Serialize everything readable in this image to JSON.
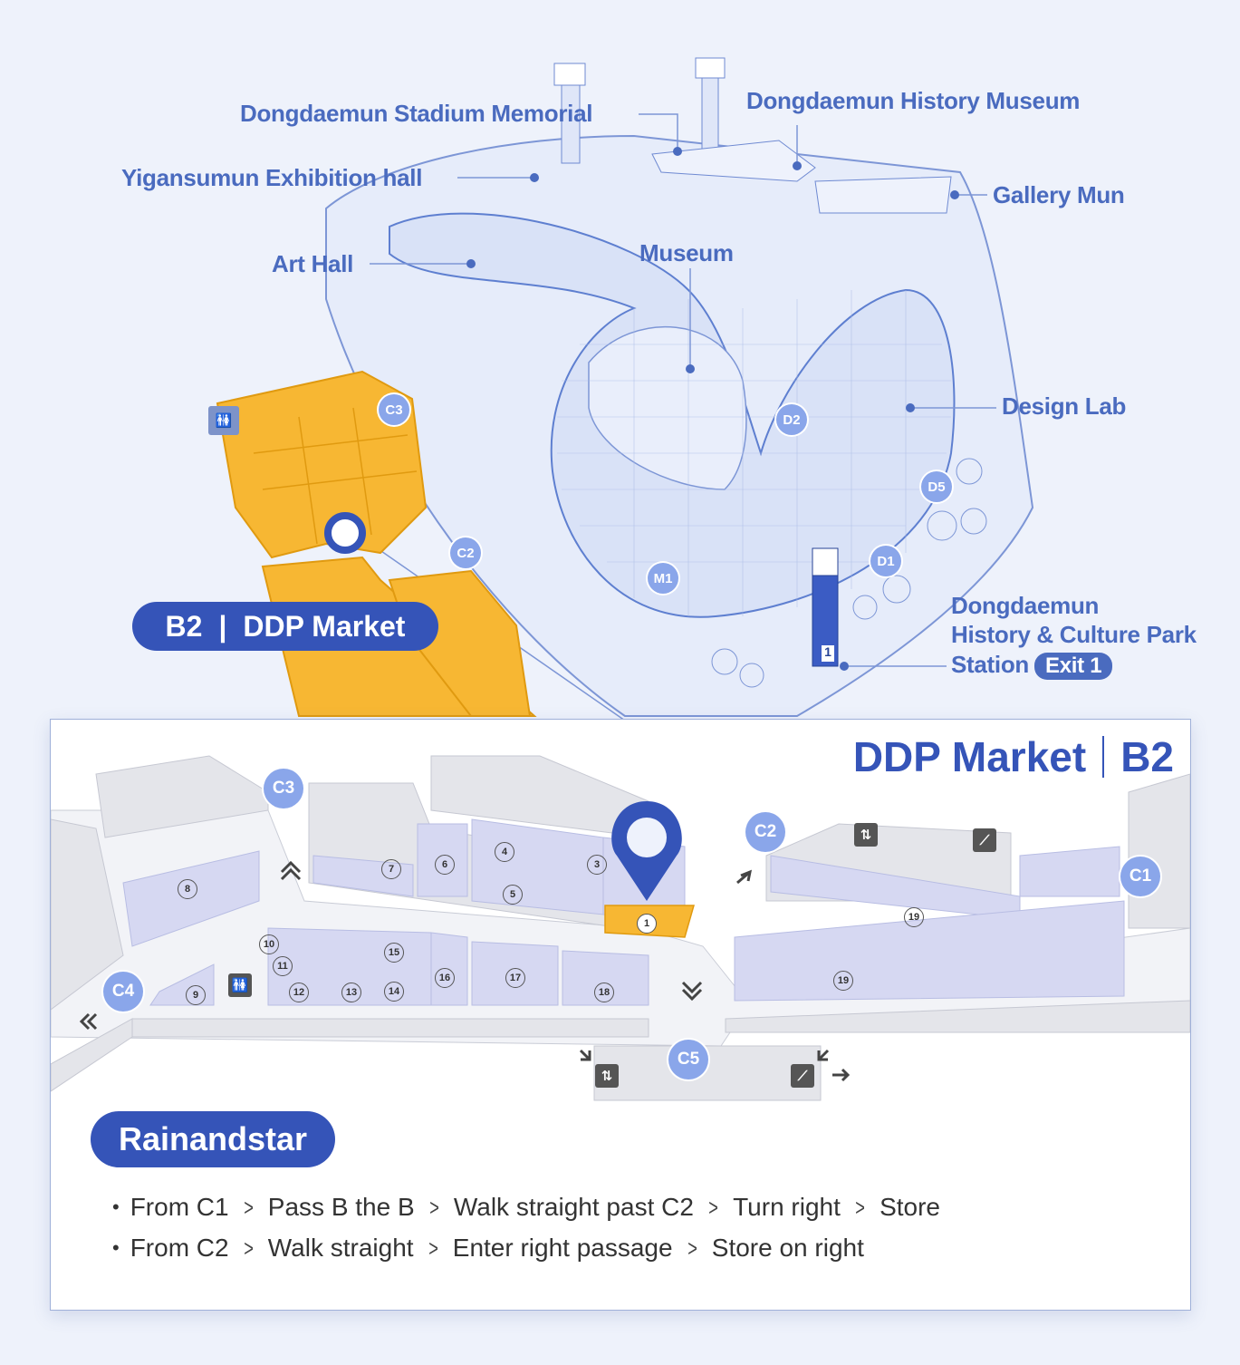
{
  "top_map": {
    "labels": {
      "stadium_memorial": "Dongdaemun Stadium Memorial",
      "history_museum": "Dongdaemun History Museum",
      "yigansumun": "Yigansumun Exhibition hall",
      "gallery_mun": "Gallery Mun",
      "art_hall": "Art Hall",
      "museum": "Museum",
      "design_lab": "Design Lab",
      "station_line1": "Dongdaemun",
      "station_line2": "History & Culture Park",
      "station_line3": "Station",
      "exit_badge": "Exit 1"
    },
    "gates": {
      "c3": "C3",
      "c2": "C2",
      "d2": "D2",
      "d5": "D5",
      "d1": "D1",
      "m1": "M1"
    },
    "floor_pill": {
      "floor": "B2",
      "separator": "|",
      "name": "DDP Market"
    },
    "station_sign_number": "1"
  },
  "panel": {
    "title_name": "DDP Market",
    "title_floor": "B2",
    "gates": {
      "c1": "C1",
      "c2": "C2",
      "c3": "C3",
      "c4": "C4",
      "c5": "C5"
    },
    "units": [
      "1",
      "3",
      "4",
      "5",
      "6",
      "7",
      "8",
      "9",
      "10",
      "11",
      "12",
      "13",
      "14",
      "15",
      "16",
      "17",
      "18",
      "19",
      "19"
    ],
    "store_name": "Rainandstar",
    "routes": [
      [
        "From C1",
        "Pass B the B",
        "Walk straight past C2",
        "Turn right",
        "Store"
      ],
      [
        "From C2",
        "Walk straight",
        "Enter right passage",
        "Store on right"
      ]
    ],
    "bullet": "•",
    "chevron": ">"
  },
  "colors": {
    "brand_blue": "#3554b8",
    "label_blue": "#4a6bbf",
    "gate_blue": "#8aa6ea",
    "highlight_orange": "#f7b733",
    "unit_lavender": "#d6d8f2"
  }
}
